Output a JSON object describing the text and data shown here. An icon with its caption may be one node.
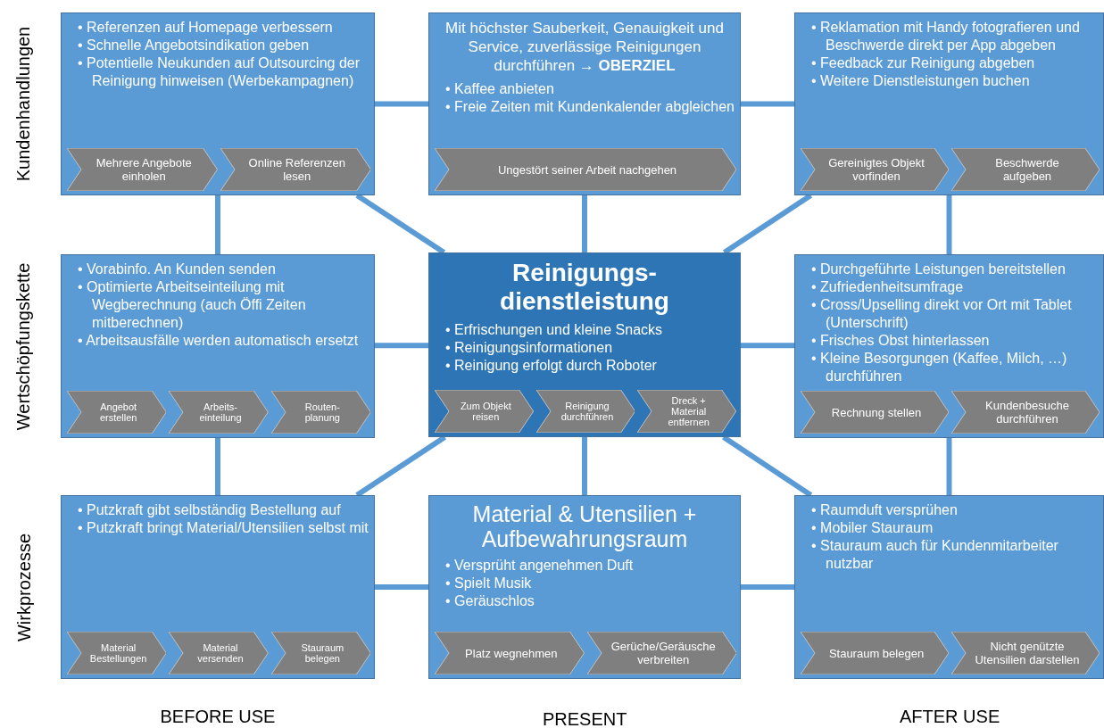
{
  "diagram": {
    "nodes": [
      {
        "text": [
          "• Referenzen auf Homepage verbessern",
          "• Schnelle Angebotsindikation geben",
          "• Potentielle Neukunden auf Outsourcing der Reinigung hinweisen (Werbekampagnen)"
        ]
      },
      {
        "text": [
          "Mehrere Angebote einholen"
        ],
        "in": 0
      },
      {
        "text": [
          "Online Referenzen lesen"
        ],
        "in": 0
      },
      {
        "text": [
          "Mit höchster Sauberkeit, Genauigkeit und Service, zuverlässige Reinigungen durchführen → **OBERZIEL**",
          "• Kaffee anbieten",
          "• Freie Zeiten mit Kundenkalender abgleichen"
        ]
      },
      {
        "text": [
          "Ungestört seiner Arbeit nachgehen"
        ],
        "in": 3
      },
      {
        "text": [
          "• Reklamation mit Handy fotografieren und Beschwerde direkt per App abgeben",
          "• Feedback zur Reinigung abgeben",
          "• Weitere Dienstleistungen buchen"
        ]
      },
      {
        "text": [
          "Gereinigtes Objekt vorfinden"
        ],
        "in": 5
      },
      {
        "text": [
          "Beschwerde aufgeben"
        ],
        "in": 5
      },
      {
        "text": [
          "• Vorabinfo. An Kunden senden",
          "• Optimierte Arbeitseinteilung mit Wegberechnung (auch Öffi Zeiten mitberechnen)",
          "• Arbeitsausfälle werden automatisch ersetzt"
        ]
      },
      {
        "text": [
          "Angebot erstellen"
        ],
        "in": 8
      },
      {
        "text": [
          "Arbeits- einteilung"
        ],
        "in": 8
      },
      {
        "text": [
          "Routen- planung"
        ],
        "in": 8
      },
      {
        "text": [
          "Reinigungs- dienstleistung",
          "• Erfrischungen und kleine Snacks",
          "• Reinigungsinformationen",
          "• Reinigung erfolgt durch Roboter"
        ]
      },
      {
        "text": [
          "Zum Objekt reisen"
        ],
        "in": 12
      },
      {
        "text": [
          "Reinigung durchführen"
        ],
        "in": 12
      },
      {
        "text": [
          "Dreck + Material entfernen"
        ],
        "in": 12
      },
      {
        "text": [
          "• Durchgeführte Leistungen bereitstellen",
          "• Zufriedenheitsumfrage",
          "• Cross/Upselling direkt vor Ort mit Tablet (Unterschrift)",
          "• Frisches Obst hinterlassen",
          "• Kleine Besorgungen (Kaffee, Milch, …) durchführen"
        ]
      },
      {
        "text": [
          "Rechnung stellen"
        ],
        "in": 16
      },
      {
        "text": [
          "Kundenbesuche durchführen"
        ],
        "in": 16
      },
      {
        "text": [
          "• Putzkraft gibt selbständig Bestellung auf",
          "• Putzkraft bringt Material/Utensilien selbst mit"
        ]
      },
      {
        "text": [
          "Material Bestellungen"
        ],
        "in": 19
      },
      {
        "text": [
          "Material versenden"
        ],
        "in": 19
      },
      {
        "text": [
          "Stauraum belegen"
        ],
        "in": 19
      },
      {
        "text": [
          "Material & Utensilien + Aufbewahrungsraum",
          "• Versprüht angenehmen Duft",
          "• Spielt Musik",
          "• Geräuschlos"
        ]
      },
      {
        "text": [
          "Platz wegnehmen"
        ],
        "in": 23
      },
      {
        "text": [
          "Gerüche/Geräusche verbreiten"
        ],
        "in": 23
      },
      {
        "text": [
          "• Raumduft versprühen",
          "• Mobiler Stauraum",
          "• Stauraum auch für Kundenmitarbeiter nutzbar"
        ]
      },
      {
        "text": [
          "Stauraum belegen"
        ],
        "in": 26
      },
      {
        "text": [
          "Nicht genützte Utensilien darstellen"
        ],
        "in": 26
      }
    ],
    "edges": [
      {
        "from": 0,
        "to": 3,
        "arrow": "none"
      },
      {
        "from": 3,
        "to": 5,
        "arrow": "none"
      },
      {
        "from": 0,
        "to": 8,
        "arrow": "none"
      },
      {
        "from": 3,
        "to": 12,
        "arrow": "none"
      },
      {
        "from": 5,
        "to": 16,
        "arrow": "none"
      },
      {
        "from": 8,
        "to": 12,
        "arrow": "none"
      },
      {
        "from": 12,
        "to": 16,
        "arrow": "none"
      },
      {
        "from": 8,
        "to": 19,
        "arrow": "none"
      },
      {
        "from": 12,
        "to": 23,
        "arrow": "none"
      },
      {
        "from": 16,
        "to": 26,
        "arrow": "none"
      },
      {
        "from": 19,
        "to": 23,
        "arrow": "none"
      },
      {
        "from": 23,
        "to": 26,
        "arrow": "none"
      },
      {
        "from": 12,
        "to": 0,
        "arrow": "none"
      },
      {
        "from": 12,
        "to": 5,
        "arrow": "none"
      },
      {
        "from": 12,
        "to": 19,
        "arrow": "none"
      },
      {
        "from": 12,
        "to": 26,
        "arrow": "none"
      }
    ],
    "labels": [
      "Kundenhandlungen",
      "Wertschöpfungskette",
      "Wirkprozesse",
      "BEFORE USE",
      "PRESENT",
      "AFTER USE"
    ]
  }
}
